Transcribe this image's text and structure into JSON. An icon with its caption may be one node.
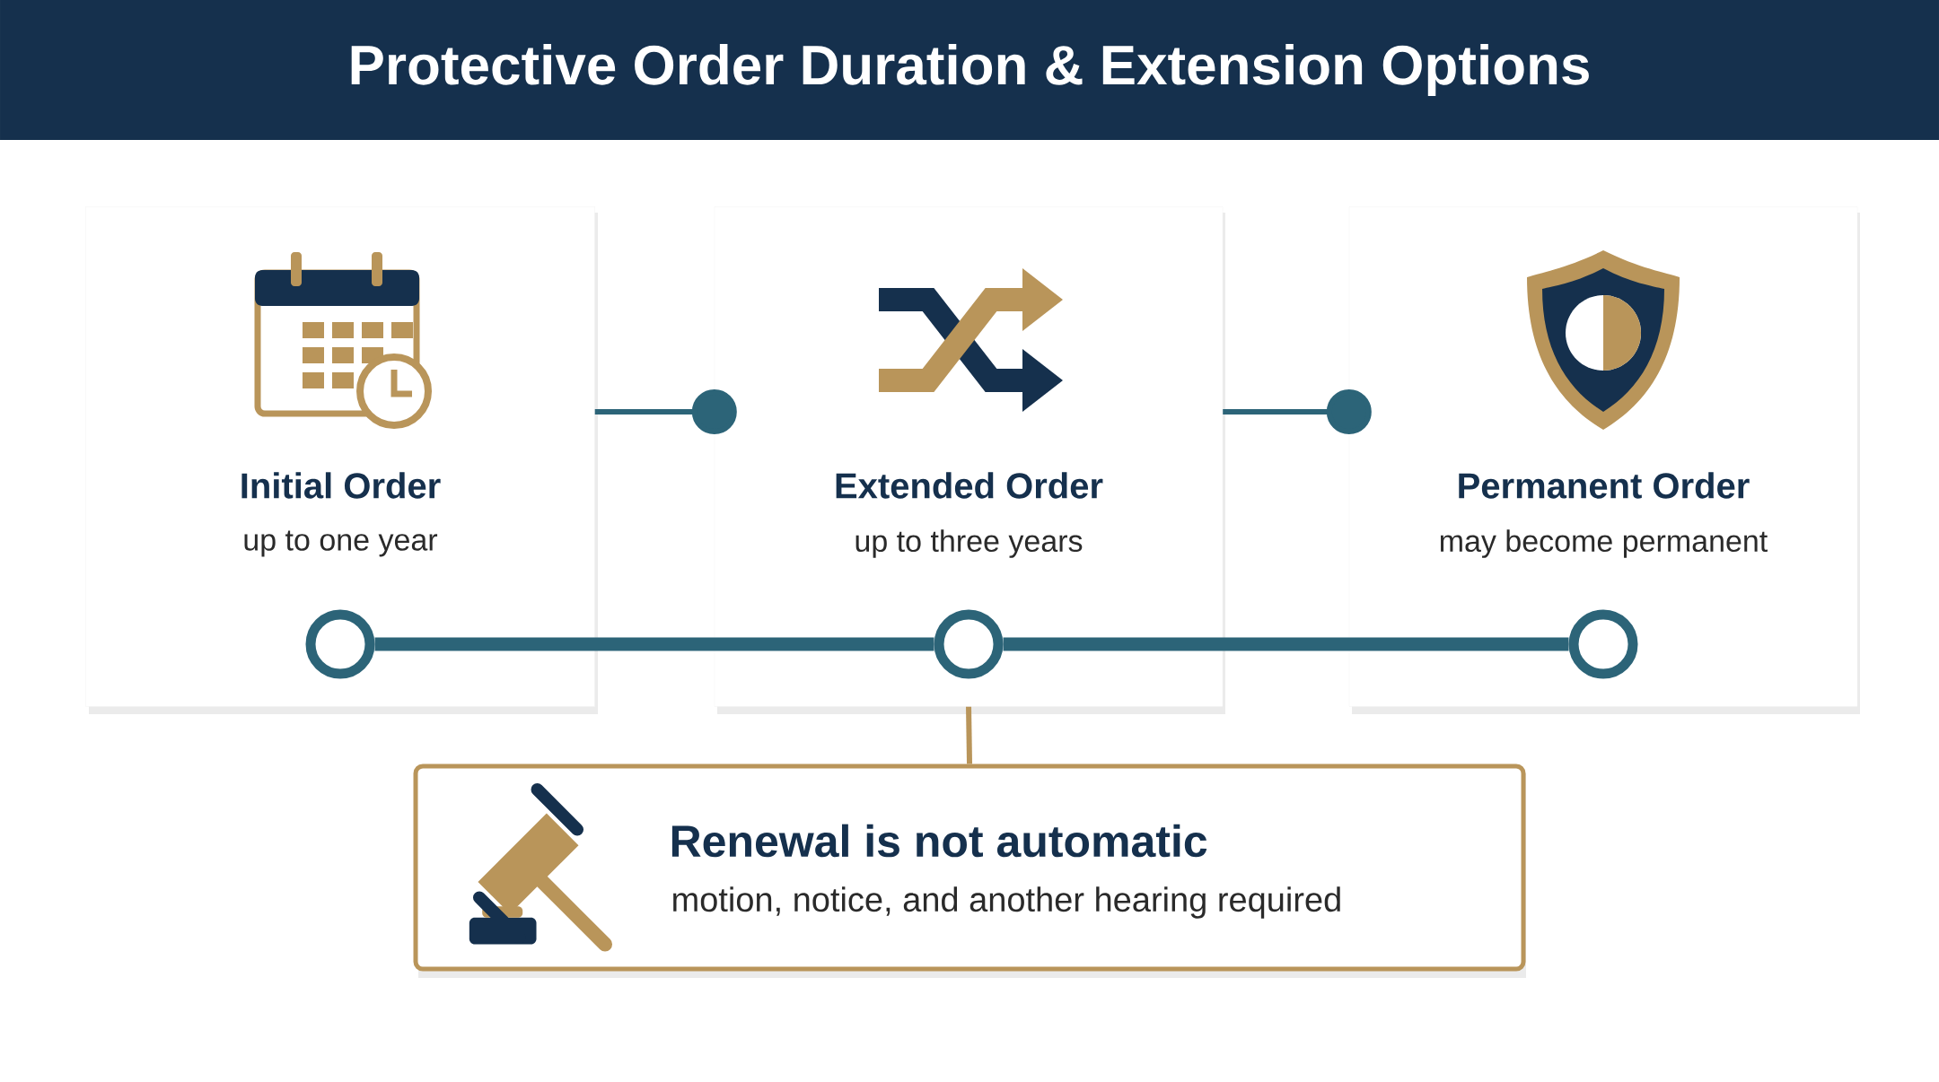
{
  "diagram": {
    "title": "Protective Order Duration & Extension Options",
    "nodes": [
      {
        "text": [
          "Initial Order",
          "up to one year"
        ]
      },
      {
        "text": [
          "Extended Order",
          "up to three years"
        ]
      },
      {
        "text": [
          "Permanent Order",
          "may become permanent"
        ]
      },
      {
        "text": [],
        "shape": "circle",
        "in": 0
      },
      {
        "text": [],
        "shape": "circle",
        "in": 1
      },
      {
        "text": [],
        "shape": "circle",
        "in": 2
      },
      {
        "text": [
          "Renewal is not automatic",
          "motion, notice, and another hearing required"
        ]
      }
    ],
    "edges": [
      {
        "from": 0,
        "to": 1,
        "arrow": "other"
      },
      {
        "from": 1,
        "to": 2,
        "arrow": "other"
      },
      {
        "from": 3,
        "to": 4,
        "arrow": "none",
        "style": "thick"
      },
      {
        "from": 4,
        "to": 5,
        "arrow": "none",
        "style": "thick"
      },
      {
        "from": 1,
        "to": 6,
        "arrow": "none",
        "color": "#b9955a"
      }
    ]
  }
}
